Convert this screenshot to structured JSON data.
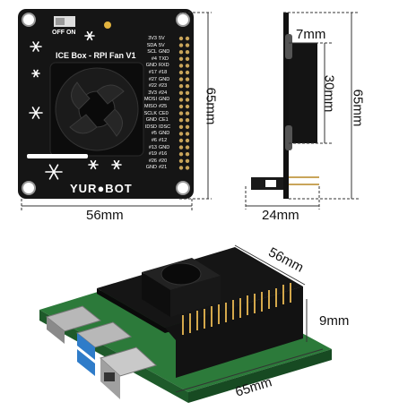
{
  "board": {
    "switch_off": "OFF",
    "switch_on": "ON",
    "title": "ICE Box - RPI Fan V1",
    "brand": "YUR●BOT",
    "left_pins": [
      "3V3",
      "SDA",
      "SCL",
      "#4",
      "GND",
      "#17",
      "#27",
      "#22",
      "3V3",
      "MOSI",
      "MISO",
      "SCLK",
      "GND",
      "IDSD",
      "#5",
      "#6",
      "#13",
      "#19",
      "#26",
      "GND"
    ],
    "right_pins": [
      "5V",
      "5V",
      "GND",
      "TXD",
      "RXD",
      "#18",
      "GND",
      "#23",
      "#24",
      "GND",
      "#25",
      "CE0",
      "CE1",
      "IDSC",
      "GND",
      "#12",
      "GND",
      "#16",
      "#20",
      "#21"
    ]
  },
  "dims": {
    "width_top": "56mm",
    "height_top": "65mm",
    "fan_depth": "7mm",
    "fan_height": "30mm",
    "side_height": "65mm",
    "side_width": "24mm",
    "iso_depth": "56mm",
    "iso_height": "9mm",
    "iso_width": "65mm"
  },
  "colors": {
    "pcb": "#151515",
    "fan": "#1c1c1c",
    "rpi_green": "#2c7a3a",
    "dim_line": "#333333",
    "gold": "#d4a84b"
  }
}
